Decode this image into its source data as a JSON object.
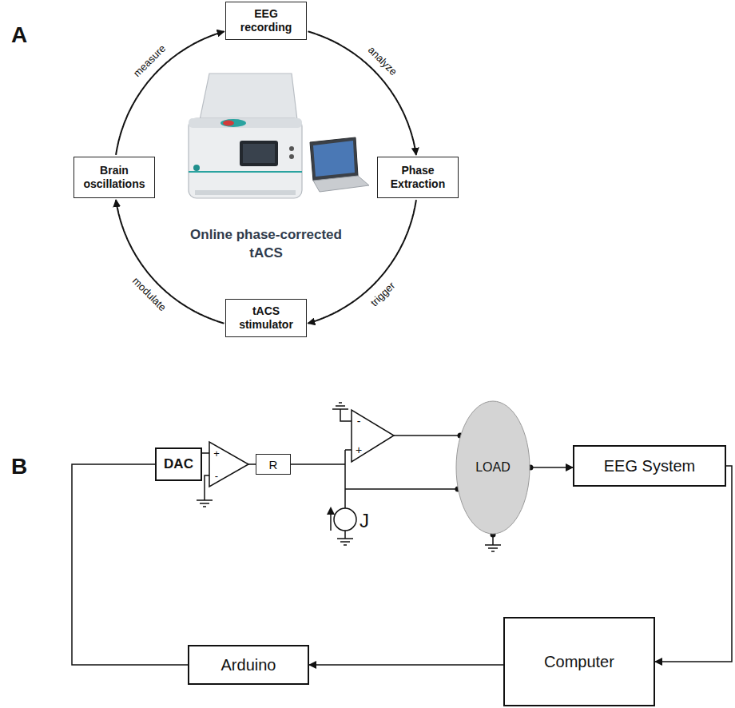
{
  "diagram": {
    "nodes": [
      {
        "text": [
          "EEG recording"
        ]
      },
      {
        "text": [
          "Brain oscillations"
        ]
      },
      {
        "text": [
          "Phase Extraction"
        ]
      },
      {
        "text": [
          "tACS stimulator"
        ]
      },
      {
        "text": [
          "DAC"
        ]
      },
      {
        "text": [
          "R"
        ]
      },
      {
        "text": [
          "LOAD"
        ]
      },
      {
        "text": [
          "EEG System"
        ]
      },
      {
        "text": [
          "Arduino"
        ]
      },
      {
        "text": [
          "Computer"
        ]
      }
    ],
    "edges": [
      {
        "from": 1,
        "to": 0,
        "arrow": "to",
        "label": "measure"
      },
      {
        "from": 0,
        "to": 2,
        "arrow": "to",
        "label": "analyze"
      },
      {
        "from": 2,
        "to": 3,
        "arrow": "to",
        "label": "trigger"
      },
      {
        "from": 3,
        "to": 1,
        "arrow": "to",
        "label": "modulate"
      },
      {
        "from": 6,
        "to": 7,
        "arrow": "to"
      },
      {
        "from": 7,
        "to": 9,
        "arrow": "to"
      },
      {
        "from": 9,
        "to": 8,
        "arrow": "to"
      },
      {
        "from": 8,
        "to": 4,
        "arrow": "none"
      }
    ],
    "labels": [
      "A",
      "B",
      "Online phase-corrected tACS",
      "+",
      "-",
      "-",
      "+",
      "J"
    ]
  }
}
